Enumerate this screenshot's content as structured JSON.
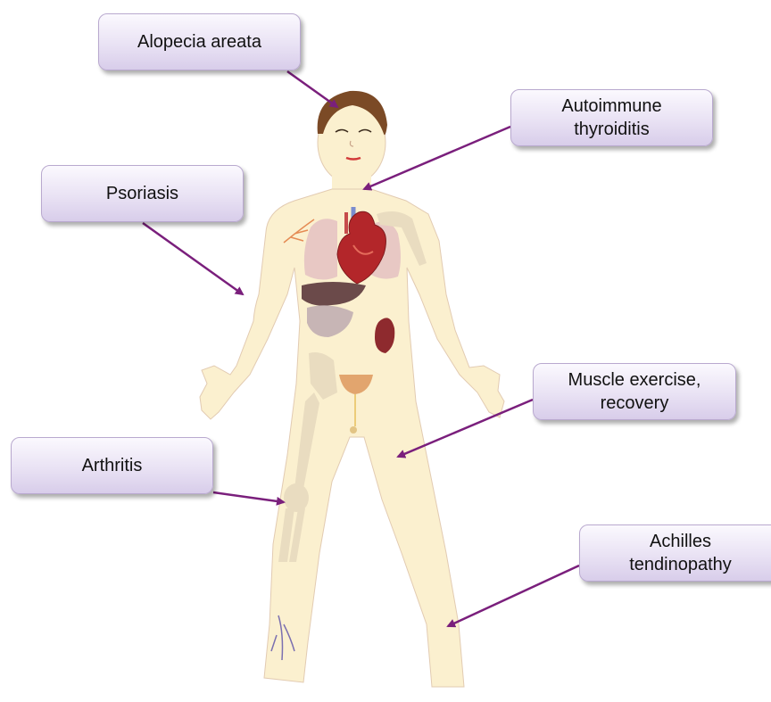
{
  "labels": {
    "alopecia": "Alopecia areata",
    "thyroiditis": "Autoimmune\nthyroiditis",
    "psoriasis": "Psoriasis",
    "muscle": "Muscle exercise,\nrecovery",
    "arthritis": "Arthritis",
    "achilles": "Achilles\ntendinopathy"
  },
  "colors": {
    "arrow": "#7a1f7c",
    "skin": "#fbf0cf",
    "skin_outline": "#e2cbb2",
    "hair": "#7b4a26",
    "heart": "#b3262a",
    "liver": "#6b4a4a",
    "kidney": "#8e2a2e",
    "bone": "#e9dcc0",
    "lung": "#e8c8c4",
    "bladder": "#e2a56e"
  },
  "illustration": "human-body-anatomy"
}
